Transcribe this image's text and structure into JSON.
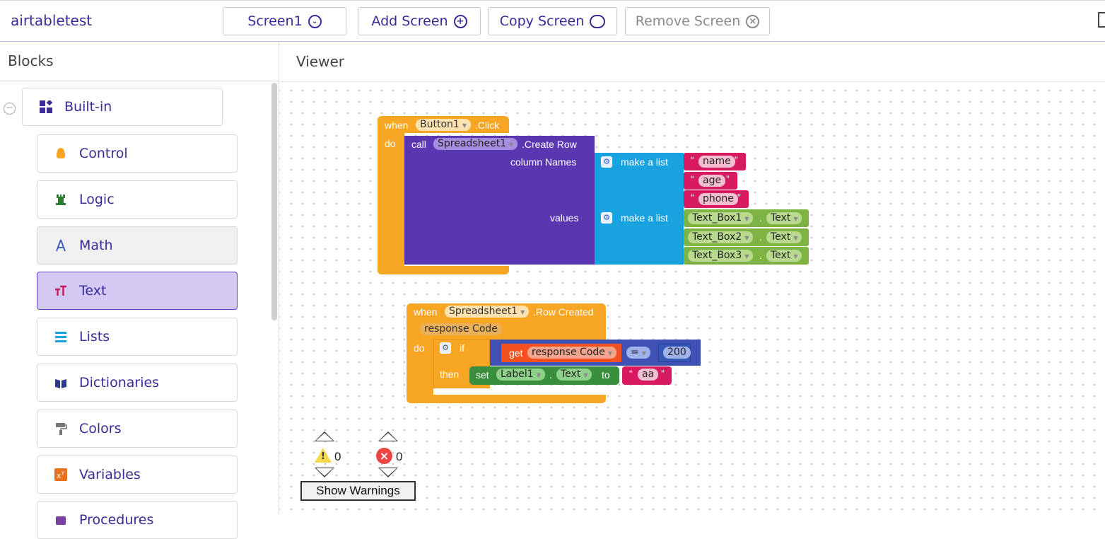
{
  "app": {
    "name": "airtabletest"
  },
  "toolbar": {
    "screen_select": "Screen1",
    "add_screen": "Add Screen",
    "copy_screen": "Copy Screen",
    "remove_screen": "Remove Screen"
  },
  "blocks_panel": {
    "title": "Blocks",
    "builtin": "Built-in",
    "categories": [
      {
        "label": "Control",
        "icon": "android-icon",
        "color": "#f7a623"
      },
      {
        "label": "Logic",
        "icon": "chess-icon",
        "color": "#2e7d32"
      },
      {
        "label": "Math",
        "icon": "compass-icon",
        "color": "#3457b8"
      },
      {
        "label": "Text",
        "icon": "text-size-icon",
        "color": "#c2185b"
      },
      {
        "label": "Lists",
        "icon": "list-icon",
        "color": "#19a2e0"
      },
      {
        "label": "Dictionaries",
        "icon": "book-icon",
        "color": "#2d3a8c"
      },
      {
        "label": "Colors",
        "icon": "paint-roller-icon",
        "color": "#777777"
      },
      {
        "label": "Variables",
        "icon": "variable-icon",
        "color": "#e8711c"
      },
      {
        "label": "Procedures",
        "icon": "procedure-icon",
        "color": "#7b3fa0"
      }
    ],
    "selected": "Text"
  },
  "viewer": {
    "title": "Viewer",
    "block1": {
      "when": "when",
      "component": "Button1",
      "event": ".Click",
      "do": "do",
      "call": "call",
      "callee": "Spreadsheet1",
      "method": ".Create Row",
      "column_names": "column Names",
      "values": "values",
      "make_list": "make a list",
      "strings": [
        "name",
        "age",
        "phone"
      ],
      "textboxes": [
        "Text_Box1",
        "Text_Box2",
        "Text_Box3"
      ],
      "prop": "Text",
      "dot": "."
    },
    "block2": {
      "when": "when",
      "component": "Spreadsheet1",
      "event": ".Row Created",
      "param": "response Code",
      "do": "do",
      "if": "if",
      "then": "then",
      "get": "get",
      "get_var": "response Code",
      "op": "=",
      "number": "200",
      "set": "set",
      "set_comp": "Label1",
      "set_prop": "Text",
      "to": "to",
      "str": "aa"
    },
    "warnings_count": "0",
    "errors_count": "0",
    "show_warnings": "Show Warnings"
  }
}
